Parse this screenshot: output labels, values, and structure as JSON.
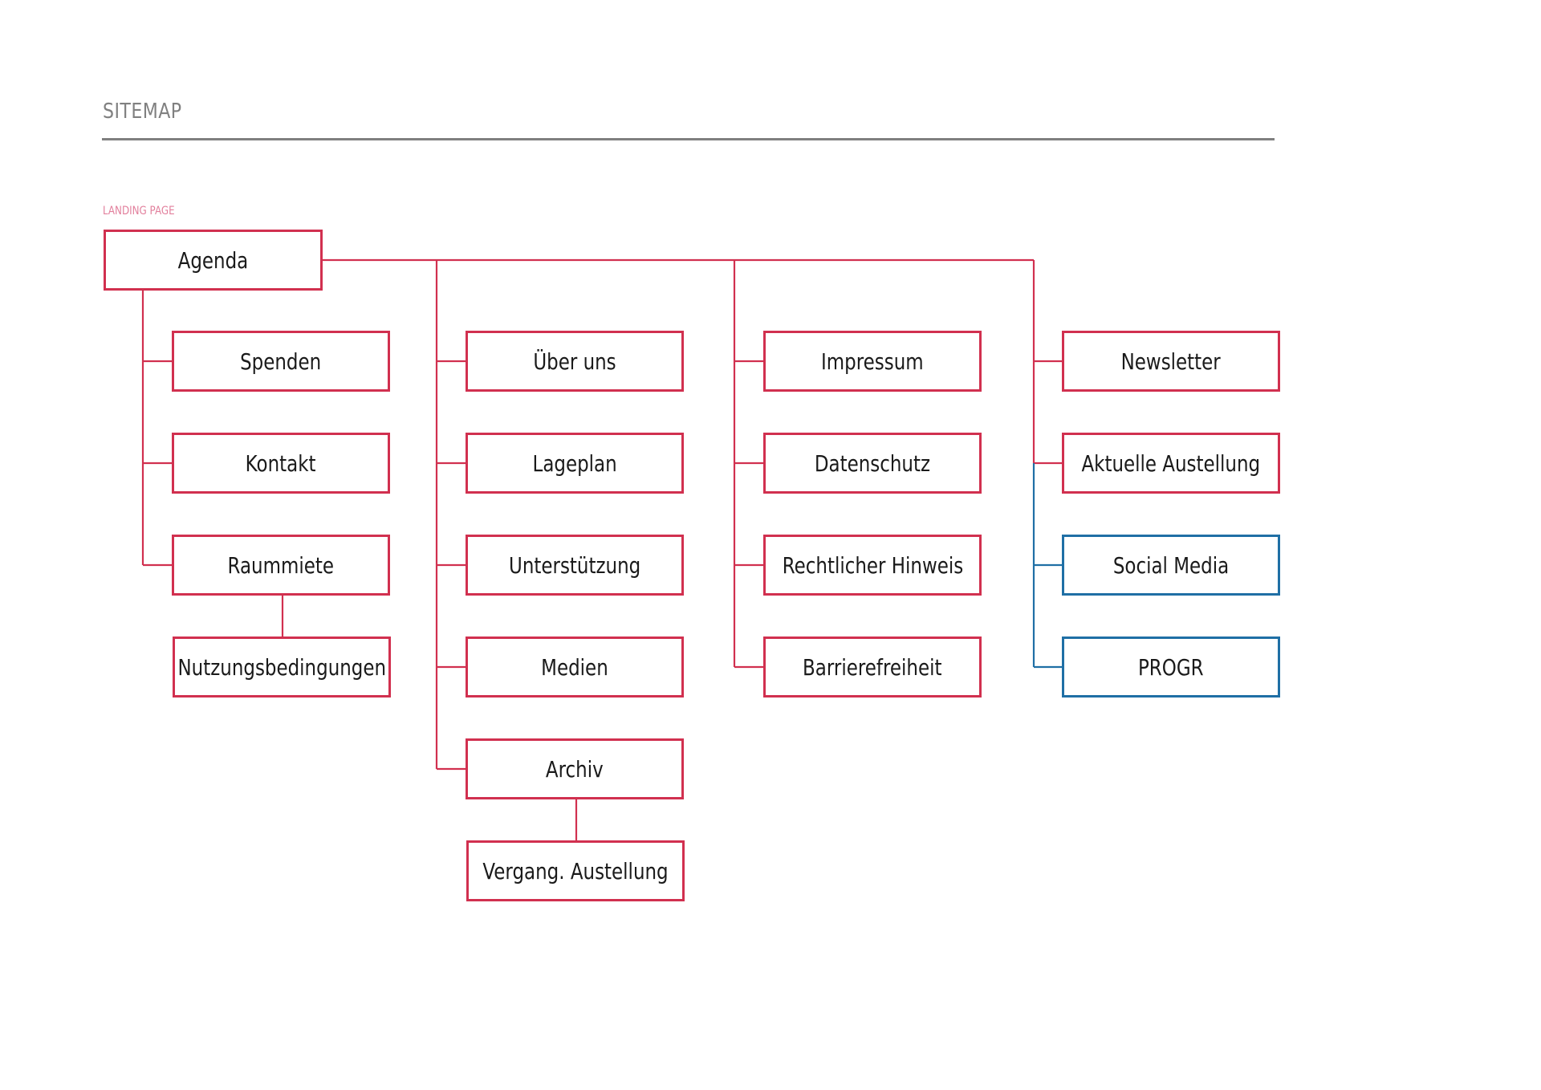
{
  "header": {
    "title": "SITEMAP"
  },
  "landing_label": "LANDING PAGE",
  "colors": {
    "primary": "#d1304f",
    "secondary": "#1f6fa5",
    "label": "#e27f9c",
    "rule": "#808080"
  },
  "root": {
    "label": "Agenda"
  },
  "columns": [
    {
      "items": [
        {
          "label": "Spenden"
        },
        {
          "label": "Kontakt"
        },
        {
          "label": "Raummiete",
          "child": {
            "label": "Nutzungsbedingungen"
          }
        }
      ]
    },
    {
      "items": [
        {
          "label": "Über uns"
        },
        {
          "label": "Lageplan"
        },
        {
          "label": "Unterstützung"
        },
        {
          "label": "Medien"
        },
        {
          "label": "Archiv",
          "child": {
            "label": "Vergang. Austellung"
          }
        }
      ]
    },
    {
      "items": [
        {
          "label": "Impressum"
        },
        {
          "label": "Datenschutz"
        },
        {
          "label": "Rechtlicher Hinweis"
        },
        {
          "label": "Barrierefreiheit"
        }
      ]
    },
    {
      "items": [
        {
          "label": "Newsletter"
        },
        {
          "label": "Aktuelle Austellung"
        },
        {
          "label": "Social Media",
          "external": true
        },
        {
          "label": "PROGR",
          "external": true
        }
      ]
    }
  ]
}
